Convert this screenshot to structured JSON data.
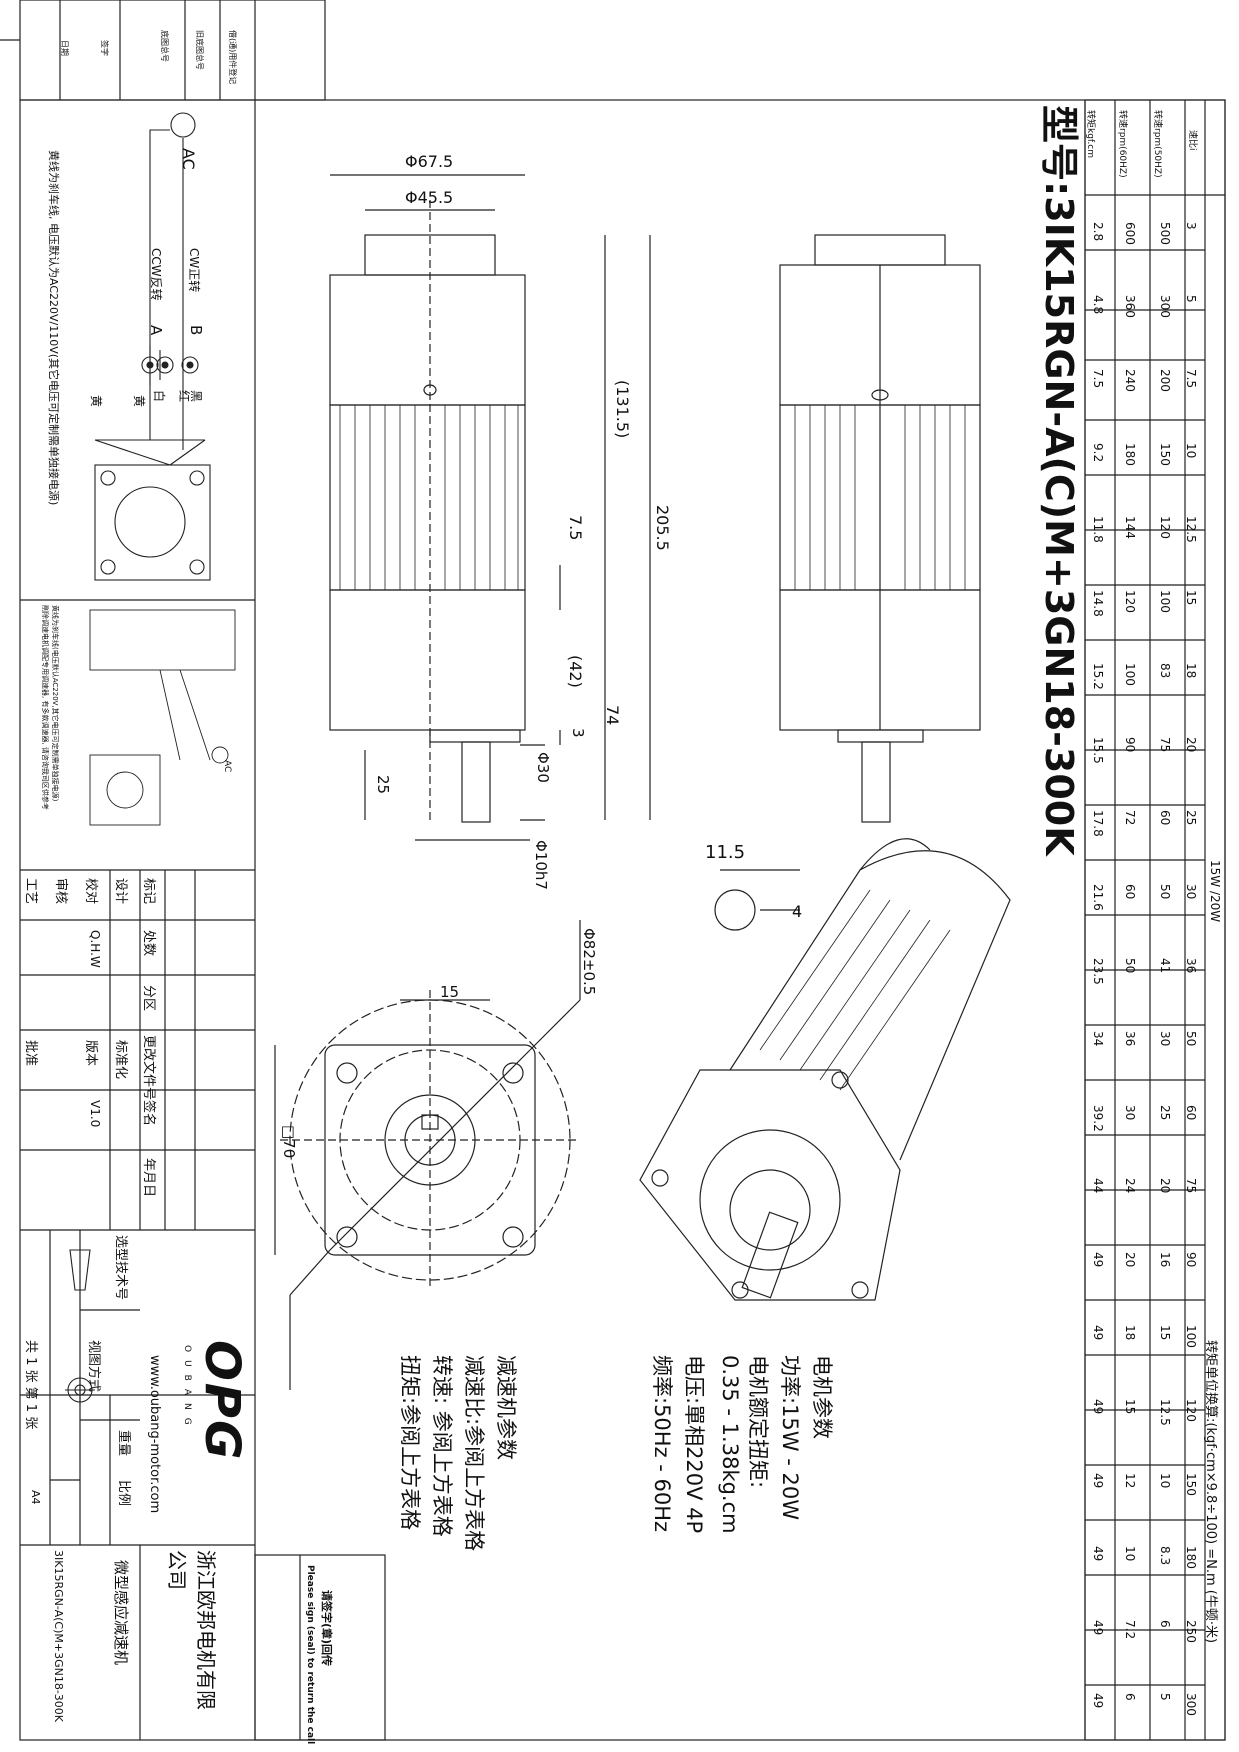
{
  "model_title": "型号:3IK15RGN-A(C)M+3GN18-300K",
  "spec_table": {
    "power_header": "15W /20W",
    "unit_note": "转矩单位换算:(kgf·cm×9.8÷100) =N.m (牛顿·米)",
    "row_labels": [
      "速比i",
      "转速rpm(50HZ)",
      "转速rpm(60HZ)",
      "转矩kgf.cm"
    ],
    "ratios": [
      "3",
      "5",
      "7.5",
      "10",
      "12.5",
      "15",
      "18",
      "20",
      "25",
      "30",
      "36",
      "50",
      "60",
      "75",
      "90",
      "100",
      "120",
      "150",
      "180",
      "250",
      "300"
    ],
    "rpm_50hz": [
      "500",
      "300",
      "200",
      "150",
      "120",
      "100",
      "83",
      "75",
      "60",
      "50",
      "41",
      "30",
      "25",
      "20",
      "16",
      "15",
      "12.5",
      "10",
      "8.3",
      "6",
      "5"
    ],
    "rpm_60hz": [
      "600",
      "360",
      "240",
      "180",
      "144",
      "120",
      "100",
      "90",
      "72",
      "60",
      "50",
      "36",
      "30",
      "24",
      "20",
      "18",
      "15",
      "12",
      "10",
      "7.2",
      "6"
    ],
    "torque": [
      "2.8",
      "4.8",
      "7.5",
      "9.2",
      "11.8",
      "14.8",
      "15.2",
      "15.5",
      "17.8",
      "21.6",
      "23.5",
      "34",
      "39.2",
      "44",
      "49",
      "49",
      "49",
      "49",
      "49",
      "49",
      "49"
    ]
  },
  "dimensions": {
    "d_67_5": "Φ67.5",
    "d_45_5": "Φ45.5",
    "len_131_5": "(131.5)",
    "len_205_5": "205.5",
    "len_7_5": "7.5",
    "len_42": "(42)",
    "len_74": "74",
    "len_3": "3",
    "d_30": "Φ30",
    "len_25": "25",
    "d_10h7": "Φ10h7",
    "key_11_5": "11.5",
    "key_4": "4",
    "d_82": "Φ82±0.5",
    "len_15": "15",
    "sq_70": "□70"
  },
  "wiring": {
    "ac_label": "AC",
    "cw_label": "CW正转",
    "ccw_label": "CCW反转",
    "terminal_b": "B",
    "terminal_a": "A",
    "wire_black": "黑",
    "wire_red": "红",
    "wire_white": "白",
    "wire_yellow1": "黄",
    "wire_yellow2": "黄",
    "note": "黄线为刹车线, 电压默认为AC220V/110V(其它电压可定制需单独接电源)"
  },
  "speed_control": {
    "ac_label": "AC",
    "note1": "黄线为刹车线(电压默认AC220V,其它电压可定制需单独接电源)",
    "note2": "削除调速电机调配专用调速器, 有多款调速器, 请咨询我司区供参考"
  },
  "motor_params": {
    "heading": "电机参数",
    "power": "功率:15W - 20W",
    "rated_torque_label": "电机额定扭矩:",
    "rated_torque": "0.35 - 1.38kg.cm",
    "voltage": "电压:單相220V 4P",
    "frequency": "频率:50Hz - 60Hz"
  },
  "reducer_params": {
    "heading": "减速机参数",
    "ratio": "减速比:参阅上方表格",
    "speed": "转速: 参阅上方表格",
    "torque": "扭矩:参阅上方表格"
  },
  "title_block": {
    "col_headers": [
      "标记",
      "处数",
      "分区",
      "更改文件号",
      "签名",
      "年月日"
    ],
    "rows": [
      {
        "label": "设计",
        "value": "",
        "label2": "标准化",
        "value2": ""
      },
      {
        "label": "校对",
        "value": "Q.H.W",
        "label2": "版本",
        "value2": "V1.0"
      },
      {
        "label": "审核",
        "value": "",
        "label2": "",
        "value2": ""
      },
      {
        "label": "工艺",
        "value": "",
        "label2": "批准",
        "value2": ""
      }
    ],
    "selection_tech": "选型技术号",
    "company_brand": "OPG",
    "company_sub": "OUBANG",
    "website": "www.oubang-motor.com",
    "company_name": "浙江欧邦电机有限公司",
    "product_name": "微型感应减速机",
    "drawing_number": "3IK15RGN-A(C)M+3GN18-300K",
    "view_method": "视图方式",
    "weight": "重量",
    "scale": "比例",
    "sheet_info": "共 1 张 第 1 张",
    "paper": "A4",
    "sign_cn": "请签字(章)回传",
    "sign_en": "Please sign (seal) to return the call"
  },
  "top_strip": {
    "labels": [
      "借(通)用件登记",
      "旧底图总号",
      "底图总号",
      "签字",
      "日期"
    ]
  }
}
